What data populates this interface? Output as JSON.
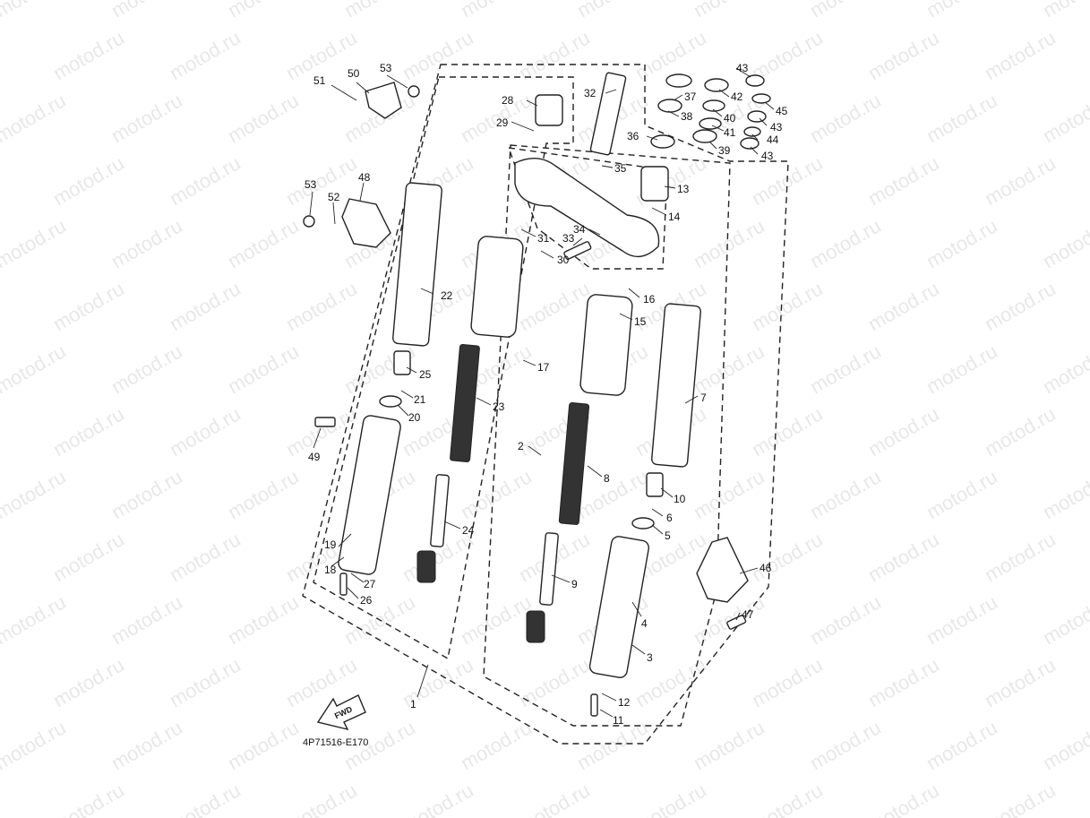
{
  "watermark": "motod.ru",
  "diagram_code": "4P71516-E170",
  "fwd_label": "FWD",
  "callouts": [
    "1",
    "2",
    "3",
    "4",
    "5",
    "6",
    "7",
    "8",
    "9",
    "10",
    "11",
    "12",
    "13",
    "14",
    "15",
    "16",
    "17",
    "18",
    "19",
    "20",
    "21",
    "22",
    "23",
    "24",
    "25",
    "26",
    "27",
    "28",
    "29",
    "30",
    "31",
    "32",
    "33",
    "34",
    "35",
    "36",
    "37",
    "38",
    "39",
    "40",
    "41",
    "42",
    "43",
    "43",
    "43",
    "44",
    "45",
    "46",
    "47",
    "48",
    "49",
    "50",
    "51",
    "52",
    "53",
    "53"
  ]
}
